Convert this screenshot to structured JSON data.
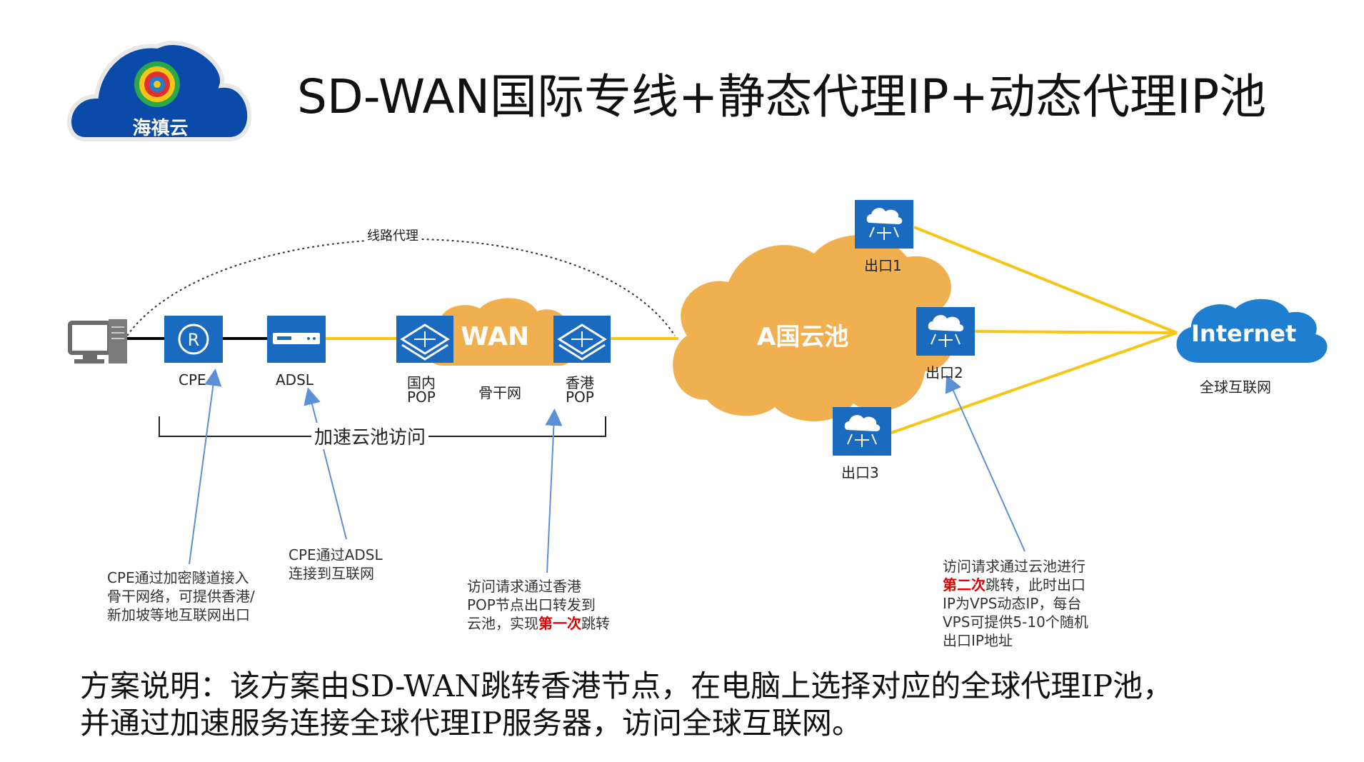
{
  "title": "SD-WAN国际专线+静态代理IP+动态代理IP池",
  "logo": {
    "text": "海禛云",
    "icon": "cloud-logo-icon"
  },
  "diagram": {
    "line_proxy_label": "线路代理",
    "cpe_label": "CPE",
    "adsl_label": "ADSL",
    "domestic_pop_label_1": "国内",
    "domestic_pop_label_2": "POP",
    "wan_label": "WAN",
    "backbone_label": "骨干网",
    "hk_pop_label_1": "香港",
    "hk_pop_label_2": "POP",
    "bracket_label": "加速云池访问",
    "cloud_pool_label": "A国云池",
    "exit1_label": "出口1",
    "exit2_label": "出口2",
    "exit3_label": "出口3",
    "internet_label": "Internet",
    "global_internet_label": "全球互联网"
  },
  "notes": {
    "cpe_note": [
      "CPE通过加密隧道接入",
      "骨干网络，可提供香港/",
      "新加坡等地互联网出口"
    ],
    "adsl_note": [
      "CPE通过ADSL",
      "连接到互联网"
    ],
    "hk_note_1": "访问请求通过香港",
    "hk_note_2": "POP节点出口转发到",
    "hk_note_3a": "云池，实现",
    "hk_note_3b": "第一次",
    "hk_note_3c": "跳转",
    "pool_note_1": "访问请求通过云池进行",
    "pool_note_2a": "第二次",
    "pool_note_2b": "跳转，此时出口",
    "pool_note_3": "IP为VPS动态IP，每台",
    "pool_note_4": "VPS可提供5-10个随机",
    "pool_note_5": "出口IP地址"
  },
  "footer": {
    "line1": "方案说明：该方案由SD-WAN跳转香港节点，在电脑上选择对应的全球代理IP池，",
    "line2": "并通过加速服务连接全球代理IP服务器，访问全球互联网。"
  },
  "colors": {
    "device_blue": "#1a6bbf",
    "cloud_orange": "#f0b050",
    "link_yellow": "#f5c518",
    "internet_blue": "#1e7ed0",
    "arrow_blue": "#5b8fd6",
    "highlight_red": "#e00000",
    "logo_blue": "#0a4aa8"
  }
}
